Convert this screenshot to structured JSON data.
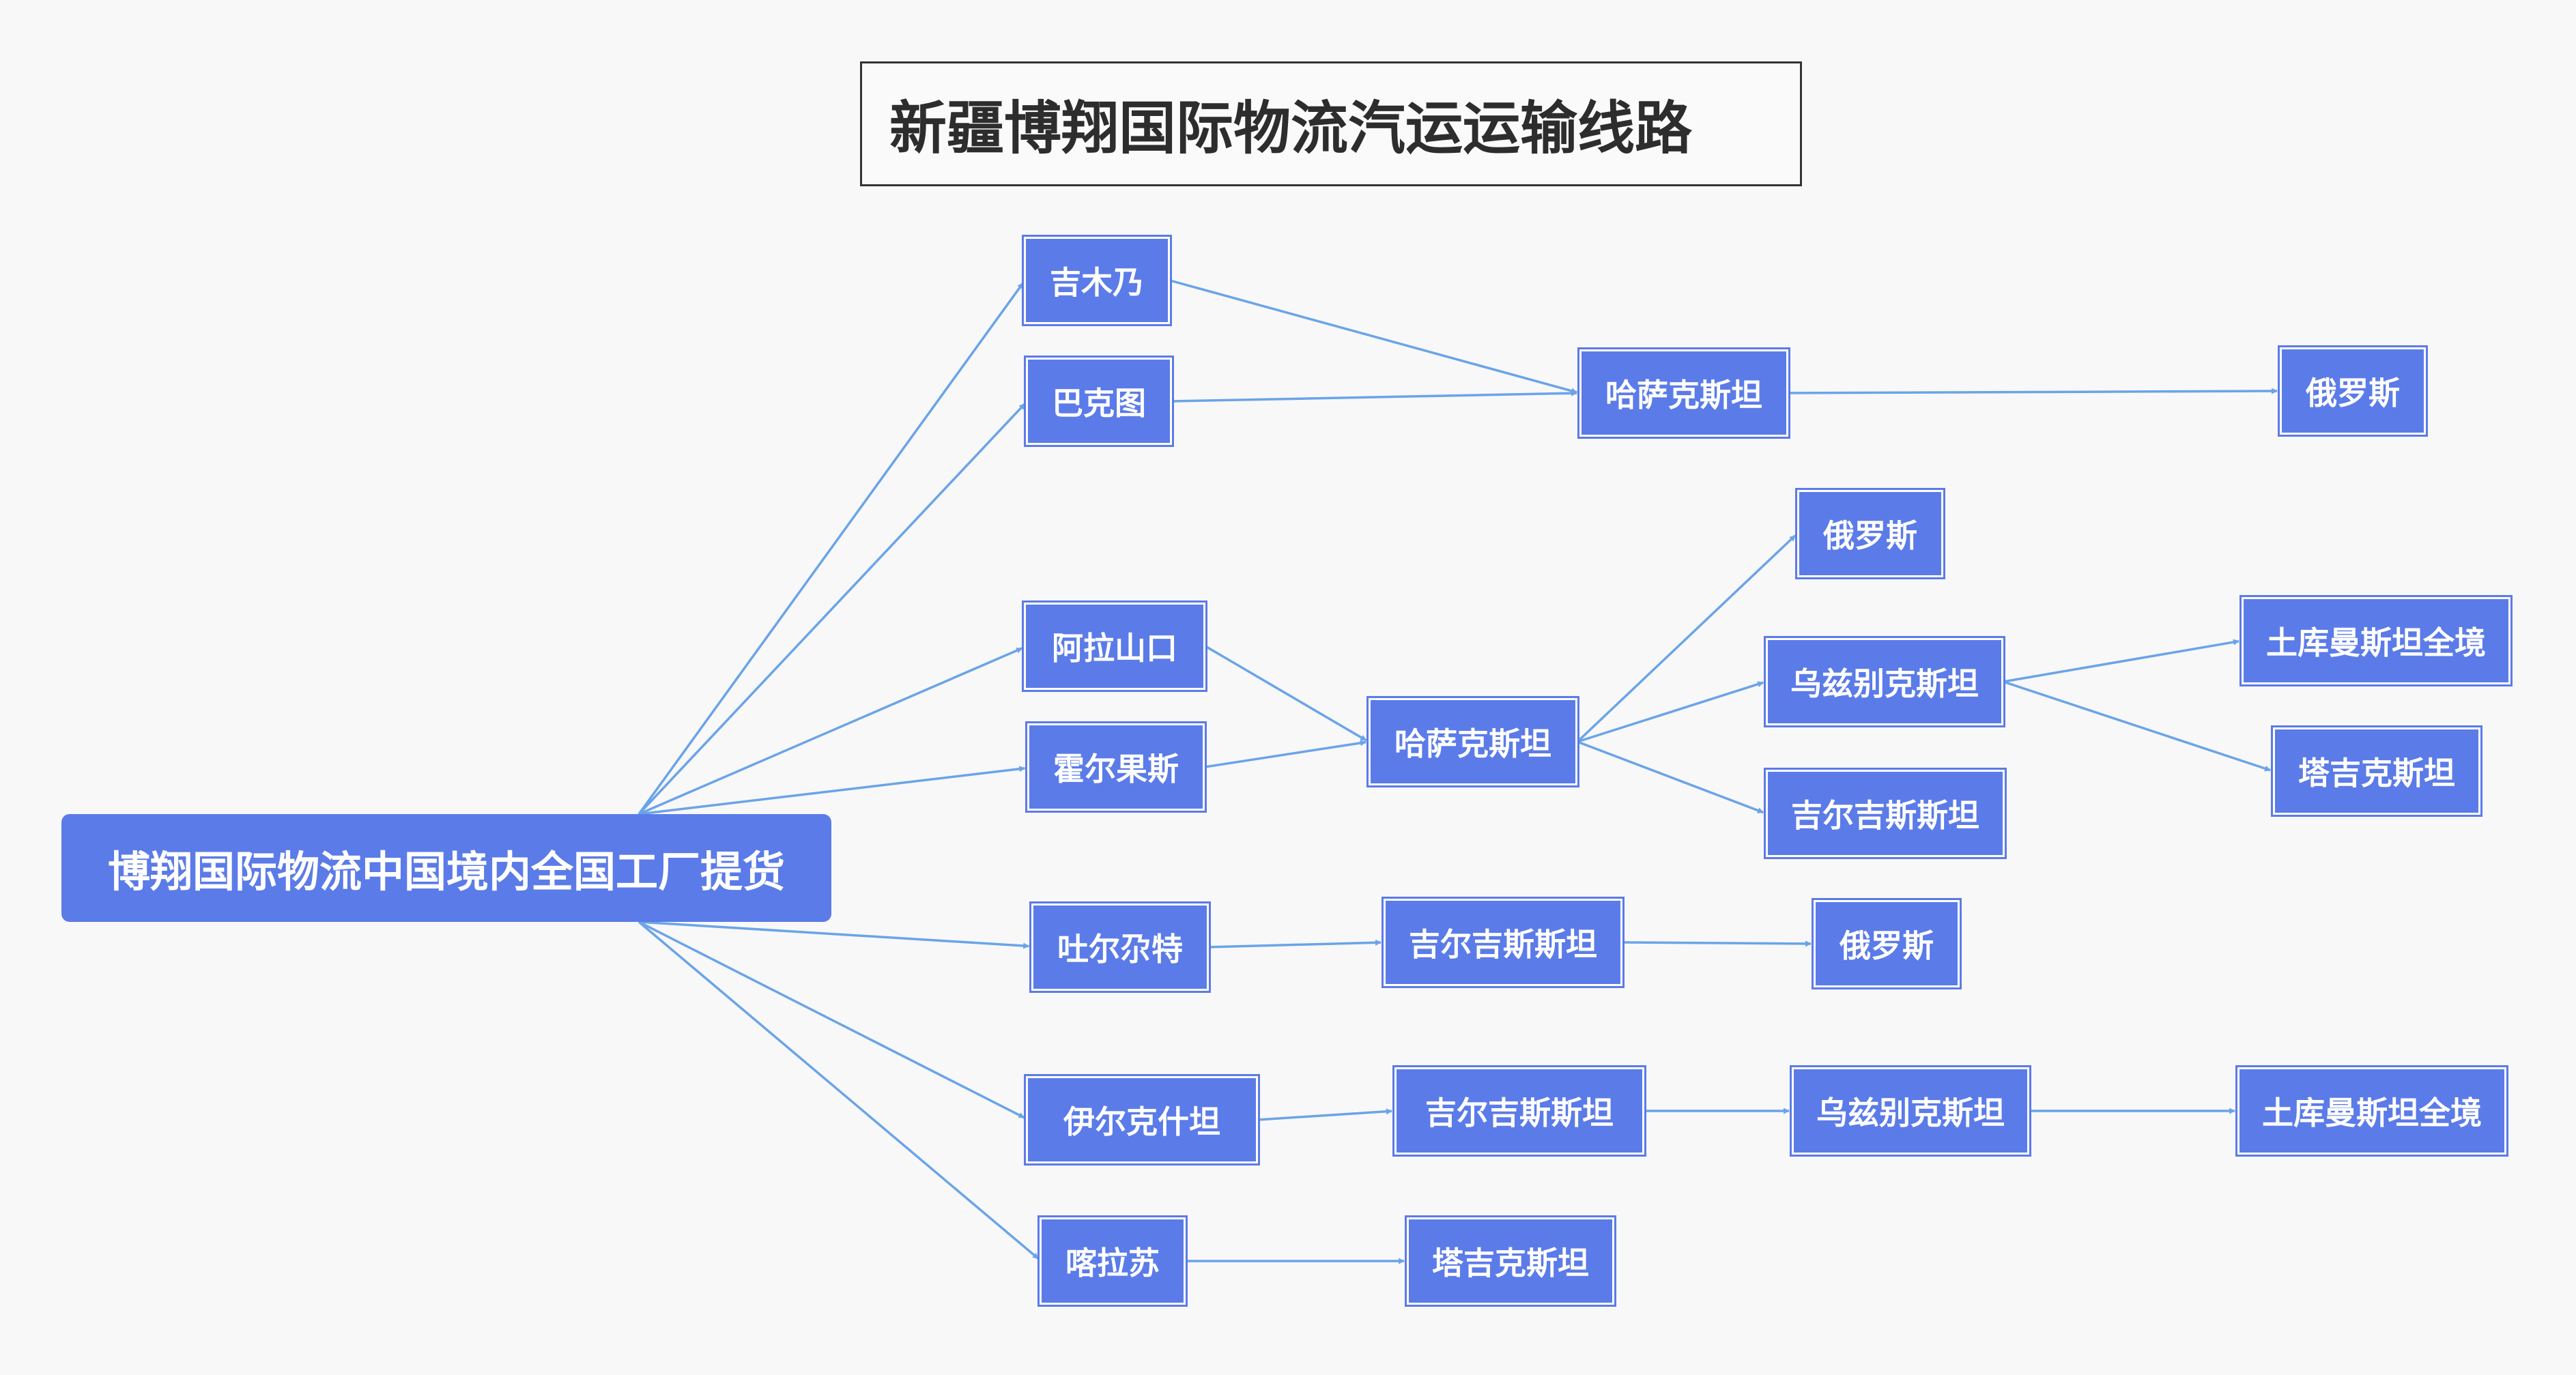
{
  "title": "新疆博翔国际物流汽运运输线路",
  "root": "博翔国际物流中国境内全国工厂提货",
  "nodes": {
    "n1": "吉木乃",
    "n2": "巴克图",
    "n3": "哈萨克斯坦",
    "n4": "俄罗斯",
    "n5": "俄罗斯",
    "n6": "阿拉山口",
    "n7": "乌兹别克斯坦",
    "n8": "土库曼斯坦全境",
    "n9": "霍尔果斯",
    "n10": "哈萨克斯坦",
    "n11": "塔吉克斯坦",
    "n12": "吉尔吉斯斯坦",
    "n13": "吐尔尕特",
    "n14": "吉尔吉斯斯坦",
    "n15": "俄罗斯",
    "n16": "伊尔克什坦",
    "n17": "吉尔吉斯斯坦",
    "n18": "乌兹别克斯坦",
    "n19": "土库曼斯坦全境",
    "n20": "喀拉苏",
    "n21": "塔吉克斯坦"
  },
  "edges": [
    [
      "root",
      "n1"
    ],
    [
      "root",
      "n2"
    ],
    [
      "root",
      "n6"
    ],
    [
      "root",
      "n9"
    ],
    [
      "root",
      "n13"
    ],
    [
      "root",
      "n16"
    ],
    [
      "root",
      "n20"
    ],
    [
      "n1",
      "n3"
    ],
    [
      "n2",
      "n3"
    ],
    [
      "n3",
      "n4"
    ],
    [
      "n6",
      "n10"
    ],
    [
      "n9",
      "n10"
    ],
    [
      "n10",
      "n5"
    ],
    [
      "n10",
      "n7"
    ],
    [
      "n10",
      "n12"
    ],
    [
      "n7",
      "n8"
    ],
    [
      "n7",
      "n11"
    ],
    [
      "n13",
      "n14"
    ],
    [
      "n14",
      "n15"
    ],
    [
      "n16",
      "n17"
    ],
    [
      "n17",
      "n18"
    ],
    [
      "n18",
      "n19"
    ],
    [
      "n20",
      "n21"
    ]
  ],
  "colors": {
    "node": "#5b7be8",
    "edge": "#6aa4e8",
    "background": "#f8f8f9"
  }
}
